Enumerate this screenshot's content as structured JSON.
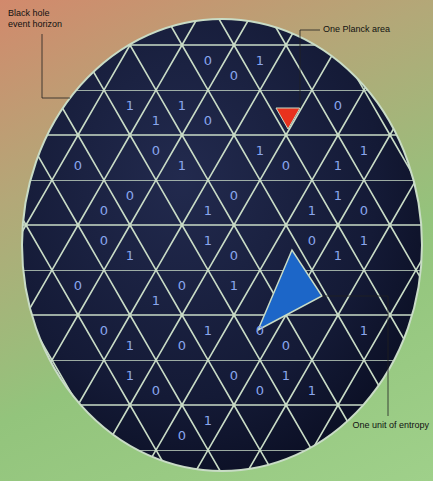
{
  "diagram": {
    "labels": [
      "Black hole event horizon",
      "One Planck area",
      "One unit of entropy",
      "0",
      "1",
      "0",
      "1",
      "1",
      "0",
      "1",
      "0",
      "0",
      "1",
      "1",
      "0",
      "1",
      "0",
      "1",
      "0",
      "0",
      "1",
      "0",
      "1",
      "1",
      "0",
      "0",
      "1",
      "0",
      "1",
      "1",
      "0",
      "1",
      "0",
      "0",
      "1",
      "1",
      "0",
      "1",
      "0",
      "1",
      "1",
      "0",
      "0",
      "1",
      "0",
      "1",
      "0",
      "0",
      "1",
      "1",
      "0"
    ]
  }
}
